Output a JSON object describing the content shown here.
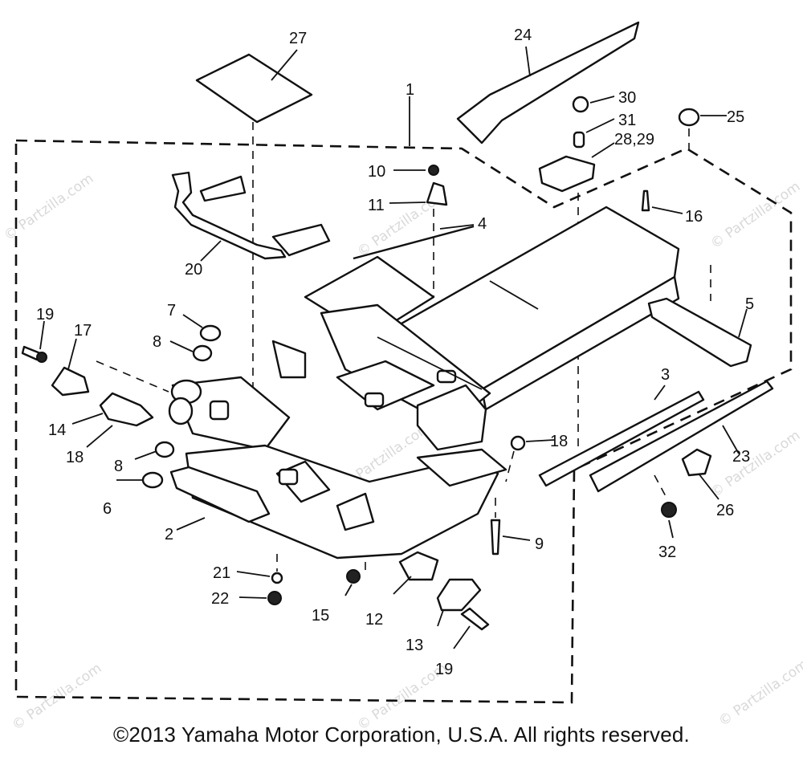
{
  "diagram": {
    "callouts": [
      {
        "id": "c1",
        "text": "1"
      },
      {
        "id": "c2",
        "text": "2"
      },
      {
        "id": "c3",
        "text": "3"
      },
      {
        "id": "c4",
        "text": "4"
      },
      {
        "id": "c5",
        "text": "5"
      },
      {
        "id": "c6",
        "text": "6"
      },
      {
        "id": "c7",
        "text": "7"
      },
      {
        "id": "c8a",
        "text": "8"
      },
      {
        "id": "c8b",
        "text": "8"
      },
      {
        "id": "c9",
        "text": "9"
      },
      {
        "id": "c10",
        "text": "10"
      },
      {
        "id": "c11",
        "text": "11"
      },
      {
        "id": "c12",
        "text": "12"
      },
      {
        "id": "c13",
        "text": "13"
      },
      {
        "id": "c14",
        "text": "14"
      },
      {
        "id": "c15",
        "text": "15"
      },
      {
        "id": "c16",
        "text": "16"
      },
      {
        "id": "c17",
        "text": "17"
      },
      {
        "id": "c18a",
        "text": "18"
      },
      {
        "id": "c18b",
        "text": "18"
      },
      {
        "id": "c19a",
        "text": "19"
      },
      {
        "id": "c19b",
        "text": "19"
      },
      {
        "id": "c20",
        "text": "20"
      },
      {
        "id": "c21",
        "text": "21"
      },
      {
        "id": "c22",
        "text": "22"
      },
      {
        "id": "c23",
        "text": "23"
      },
      {
        "id": "c24",
        "text": "24"
      },
      {
        "id": "c25",
        "text": "25"
      },
      {
        "id": "c26",
        "text": "26"
      },
      {
        "id": "c27",
        "text": "27"
      },
      {
        "id": "c2829",
        "text": "28,29"
      },
      {
        "id": "c30",
        "text": "30"
      },
      {
        "id": "c31",
        "text": "31"
      },
      {
        "id": "c32",
        "text": "32"
      }
    ]
  },
  "watermark": "© Partzilla.com",
  "copyright": "©2013 Yamaha Motor Corporation, U.S.A. All rights reserved."
}
